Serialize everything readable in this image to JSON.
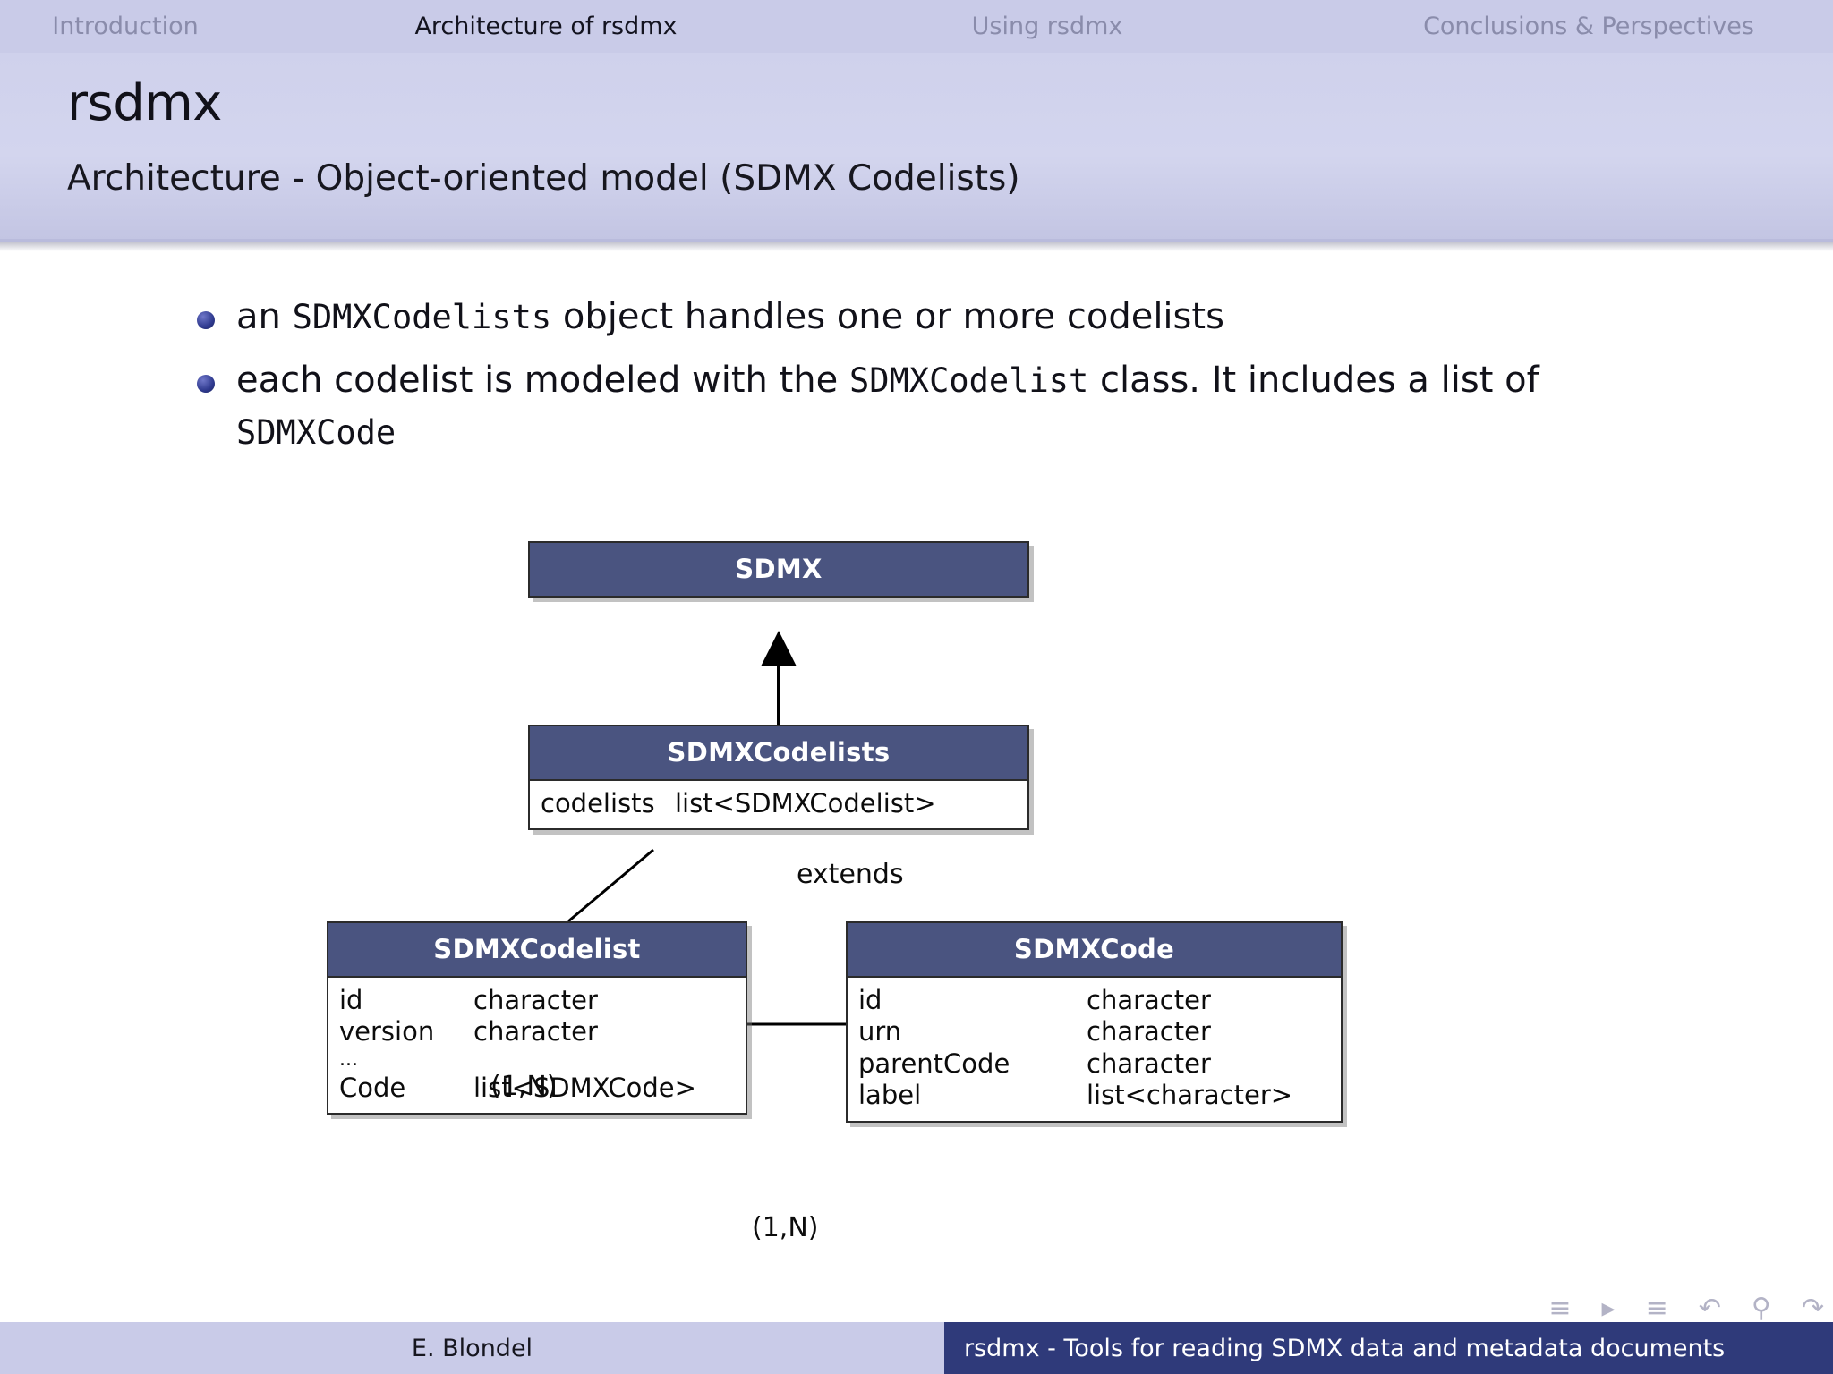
{
  "navbar": {
    "items": [
      {
        "label": "Introduction",
        "active": false
      },
      {
        "label": "Architecture of rsdmx",
        "active": true
      },
      {
        "label": "Using rsdmx",
        "active": false
      },
      {
        "label": "Conclusions & Perspectives",
        "active": false
      }
    ]
  },
  "slide": {
    "title": "rsdmx",
    "subtitle": "Architecture - Object-oriented model (SDMX Codelists)",
    "bullets": [
      {
        "parts": [
          {
            "text": "an ",
            "mono": false
          },
          {
            "text": "SDMXCodelists",
            "mono": true
          },
          {
            "text": " object handles one or more codelists",
            "mono": false
          }
        ]
      },
      {
        "parts": [
          {
            "text": "each codelist is modeled with the ",
            "mono": false
          },
          {
            "text": "SDMXCodelist",
            "mono": true
          },
          {
            "text": " class. It includes a list of ",
            "mono": false
          },
          {
            "text": "SDMXCode",
            "mono": true
          }
        ]
      }
    ]
  },
  "diagram": {
    "classes": {
      "sdmx": {
        "name": "SDMX",
        "attributes": []
      },
      "codelists": {
        "name": "SDMXCodelists",
        "attributes": [
          {
            "field": "codelists",
            "type": "list<SDMXCodelist>"
          }
        ]
      },
      "codelist": {
        "name": "SDMXCodelist",
        "attributes": [
          {
            "field": "id",
            "type": "character"
          },
          {
            "field": "version",
            "type": "character"
          },
          {
            "field": "...",
            "type": ""
          },
          {
            "field": "Code",
            "type": "list<SDMXCode>"
          }
        ]
      },
      "code": {
        "name": "SDMXCode",
        "attributes": [
          {
            "field": "id",
            "type": "character"
          },
          {
            "field": "urn",
            "type": "character"
          },
          {
            "field": "parentCode",
            "type": "character"
          },
          {
            "field": "label",
            "type": "list<character>"
          }
        ]
      }
    },
    "edge_labels": {
      "extends": "extends",
      "cardinality_codelists_codelist": "(1,N)",
      "cardinality_codelist_code": "(1,N)"
    },
    "colors": {
      "header_fill": "#4a5480",
      "body_fill": "#ffffff",
      "border": "#2b2b2b"
    }
  },
  "navicons": [
    {
      "name": "prev-frame-icon",
      "glyph": "≡"
    },
    {
      "name": "next-frame-icon",
      "glyph": "▸"
    },
    {
      "name": "last-frame-icon",
      "glyph": "≡"
    },
    {
      "name": "back-icon",
      "glyph": "↶"
    },
    {
      "name": "search-icon",
      "glyph": "⚲"
    },
    {
      "name": "forward-icon",
      "glyph": "↷"
    }
  ],
  "footer": {
    "author": "E. Blondel",
    "title": "rsdmx - Tools for reading SDMX data and metadata documents"
  }
}
